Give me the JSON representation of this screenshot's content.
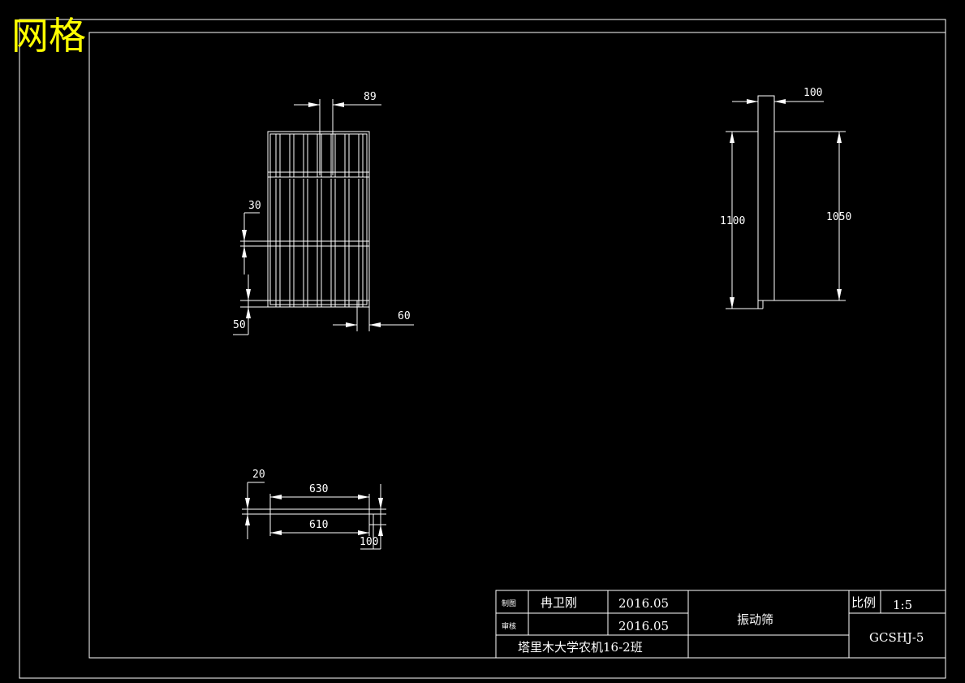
{
  "watermark": "网格",
  "front_view": {
    "dim_top": "89",
    "dim_left_upper": "30",
    "dim_left_lower": "50",
    "dim_bottom_right": "60"
  },
  "side_view": {
    "dim_top": "100",
    "dim_left": "1100",
    "dim_right": "1050"
  },
  "bottom_view": {
    "dim_top_left": "20",
    "dim_upper_length": "630",
    "dim_lower_length": "610",
    "dim_right": "100"
  },
  "title_block": {
    "row1_label": "制图",
    "row1_name": "冉卫刚",
    "row1_date": "2016.05",
    "row2_label": "审核",
    "row2_date": "2016.05",
    "org": "塔里木大学农机16-2班",
    "part_name": "振动筛",
    "scale_label": "比例",
    "scale_value": "1:5",
    "drawing_no": "GCSHJ-5"
  },
  "colors": {
    "background": "#000000",
    "lines": "#ffffff",
    "watermark": "#ffff00"
  }
}
